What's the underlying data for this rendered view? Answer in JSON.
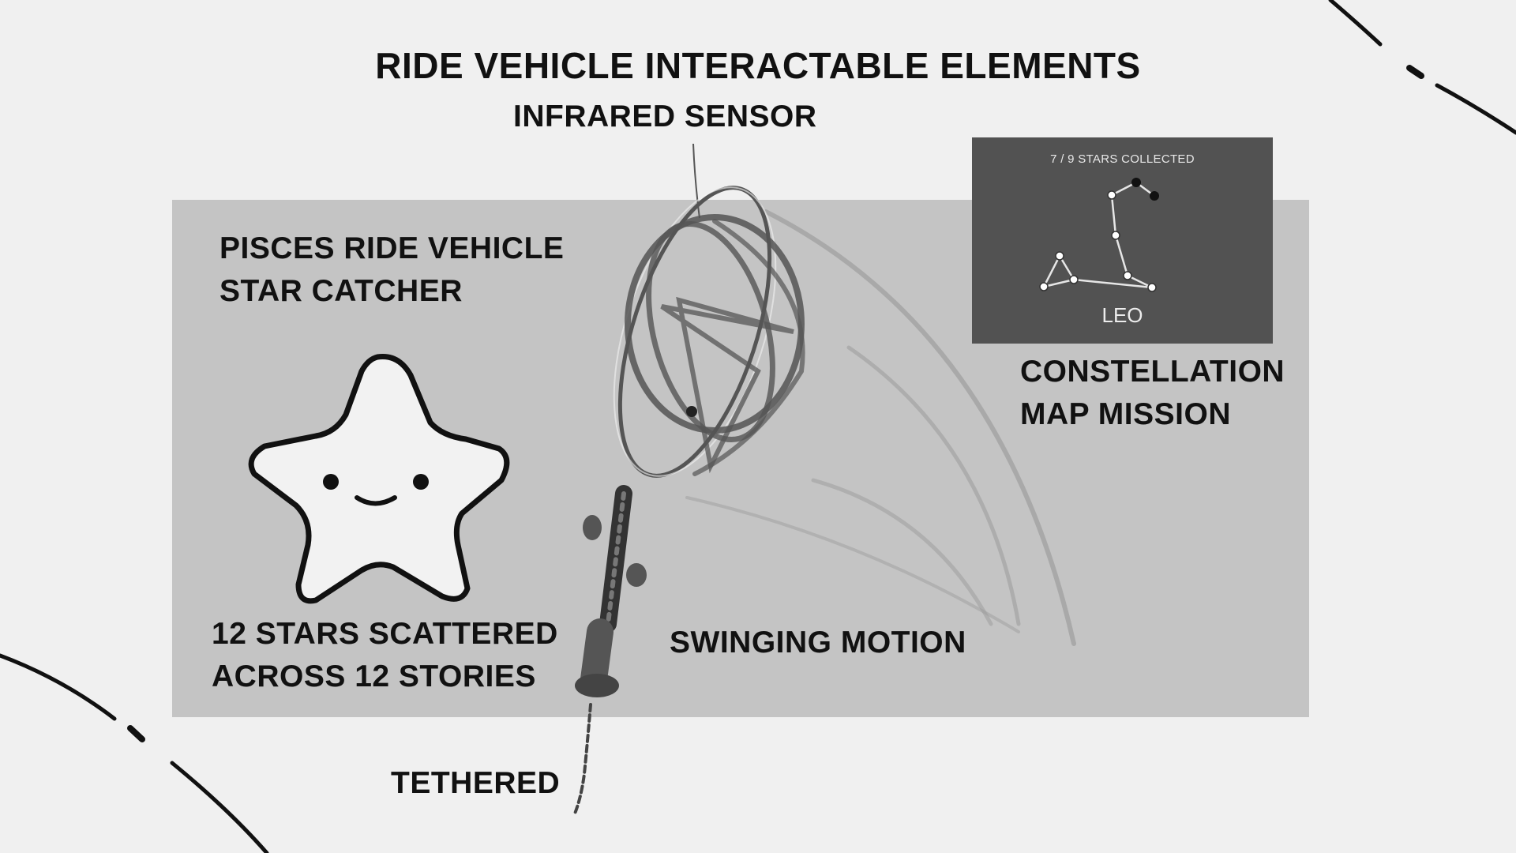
{
  "title": "RIDE VEHICLE INTERACTABLE ELEMENTS",
  "labels": {
    "infrared_sensor": "INFRARED SENSOR",
    "vehicle_line1": "PISCES RIDE VEHICLE",
    "vehicle_line2": "STAR CATCHER",
    "stars_line1": "12 STARS SCATTERED",
    "stars_line2": "ACROSS 12 STORIES",
    "swinging": "SWINGING MOTION",
    "tethered": "TETHERED",
    "map_line1": "CONSTELLATION",
    "map_line2": "MAP MISSION"
  },
  "mission_card": {
    "progress": "7 / 9 STARS COLLECTED",
    "constellation": "LEO"
  },
  "colors": {
    "background": "#f0f0f0",
    "panel": "#c4c4c4",
    "card": "#525252",
    "ink": "#111111"
  },
  "icons": [
    "star-character-icon",
    "star-catcher-net-icon",
    "leo-constellation-icon"
  ]
}
